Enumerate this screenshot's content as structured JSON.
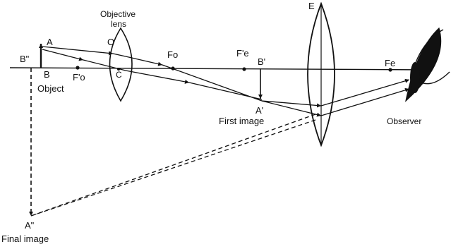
{
  "labels": {
    "objective_lens_line1": "Objective",
    "objective_lens_line2": "lens",
    "O": "O",
    "C": "C",
    "A": "A",
    "B": "B",
    "B_double_prime": "B\"",
    "object": "Object",
    "Fo_prime": "F'o",
    "Fo": "Fo",
    "Fe_prime": "F'e",
    "B_prime": "B'",
    "A_prime": "A'",
    "first_image": "First image",
    "E": "E",
    "Fe": "Fe",
    "observer": "Observer",
    "A_double_prime": "A\"",
    "final_image": "Final image"
  },
  "colors": {
    "ink": "#111111",
    "background": "#ffffff"
  }
}
